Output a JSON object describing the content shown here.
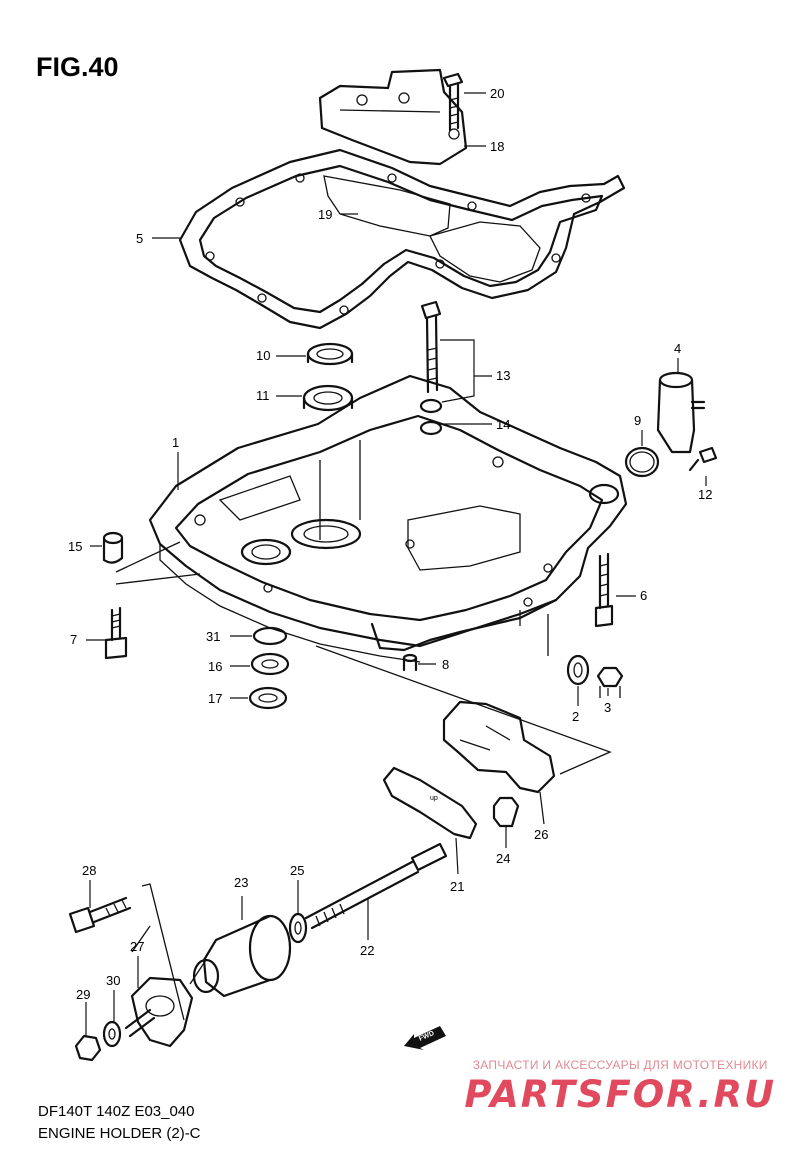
{
  "figure_title": "FIG.40",
  "caption": {
    "model_code": "DF140T 140Z E03_040",
    "section_name": "ENGINE HOLDER (2)-C"
  },
  "direction_arrow": "FWD",
  "gasket_mark": "up",
  "watermark": {
    "tagline": "ЗАПЧАСТИ И АКСЕССУАРЫ ДЛЯ МОТОТЕХНИКИ",
    "brand": "PARTSFOR.RU"
  },
  "callouts": [
    "1",
    "2",
    "3",
    "4",
    "5",
    "6",
    "7",
    "8",
    "9",
    "10",
    "11",
    "12",
    "13",
    "14",
    "15",
    "16",
    "17",
    "18",
    "19",
    "20",
    "21",
    "22",
    "23",
    "24",
    "25",
    "26",
    "27",
    "28",
    "29",
    "30",
    "31"
  ]
}
